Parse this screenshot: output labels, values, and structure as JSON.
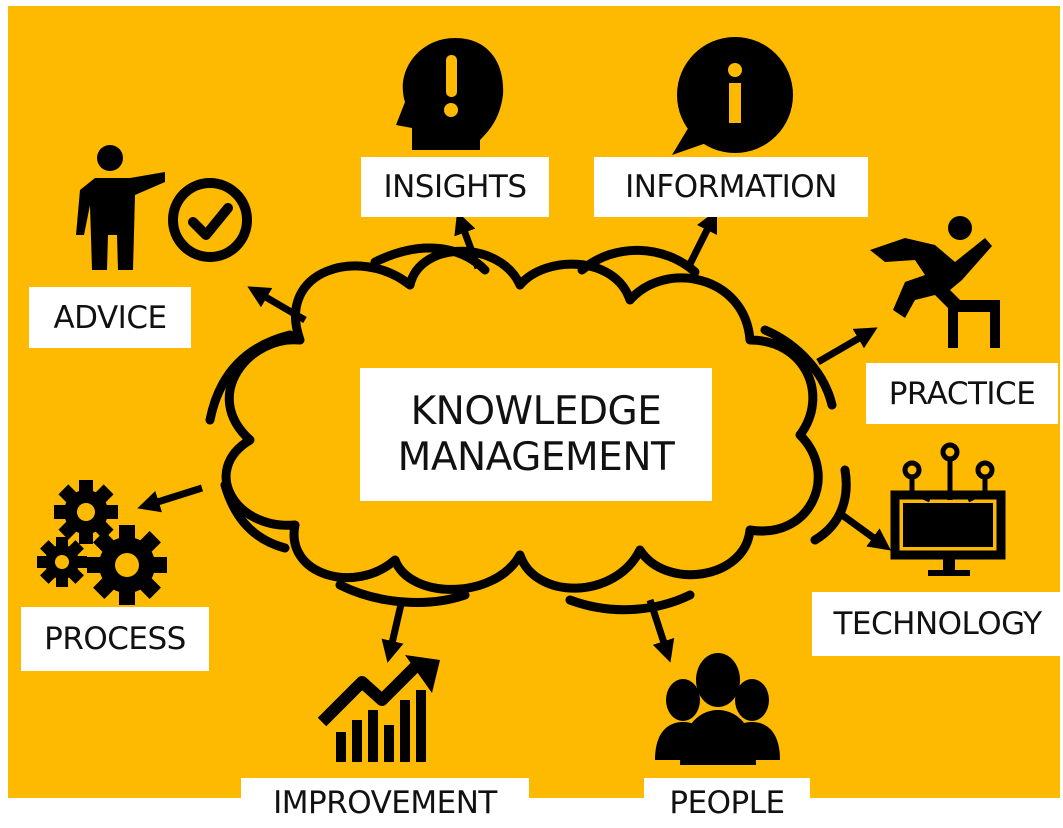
{
  "center": {
    "line1": "KNOWLEDGE",
    "line2": "MANAGEMENT"
  },
  "labels": {
    "insights": "INSIGHTS",
    "information": "INFORMATION",
    "advice": "ADVICE",
    "practice": "PRACTICE",
    "process": "PROCESS",
    "technology": "TECHNOLOGY",
    "improvement": "IMPROVEMENT",
    "people": "PEOPLE"
  },
  "icons": {
    "insights": "head-exclamation-icon",
    "information": "speech-info-icon",
    "advice": "person-pointing-check-icon",
    "practice": "hurdle-jumper-icon",
    "process": "gears-icon",
    "technology": "monitor-circuit-icon",
    "improvement": "growth-chart-icon",
    "people": "people-group-icon"
  },
  "colors": {
    "background": "#FDBA00",
    "ink": "#000000",
    "label_bg": "#FFFFFF"
  }
}
